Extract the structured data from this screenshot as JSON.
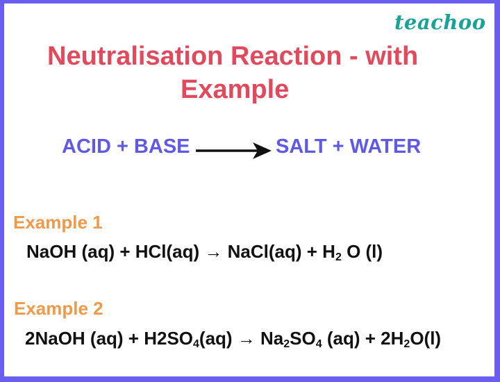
{
  "brand": {
    "logo_text": "teachoo",
    "color": "#1aa395"
  },
  "title": {
    "line1": "Neutralisation Reaction - with",
    "line2": "Example",
    "color": "#e14a5d"
  },
  "general_equation": {
    "reactants": "ACID + BASE",
    "arrow": "long-right-arrow",
    "products": "SALT + WATER",
    "color": "#5f59e6"
  },
  "examples": [
    {
      "label": "Example 1",
      "equation_parts": {
        "a": "NaOH (aq) + HCl(aq) → NaCl(aq) + H",
        "sub1": "2",
        "b": " O (l)"
      }
    },
    {
      "label": "Example 2",
      "equation_parts": {
        "a": "2NaOH (aq) + H2SO",
        "sub1": "4",
        "b": "(aq) → Na",
        "sub2": "2",
        "c": "SO",
        "sub3": "4",
        "d": " (aq) + 2H",
        "sub4": "2",
        "e": "O(l)"
      }
    }
  ],
  "colors": {
    "frame": "#6a5ef0",
    "example_label": "#ee9a4a",
    "equation_text": "#111111"
  }
}
